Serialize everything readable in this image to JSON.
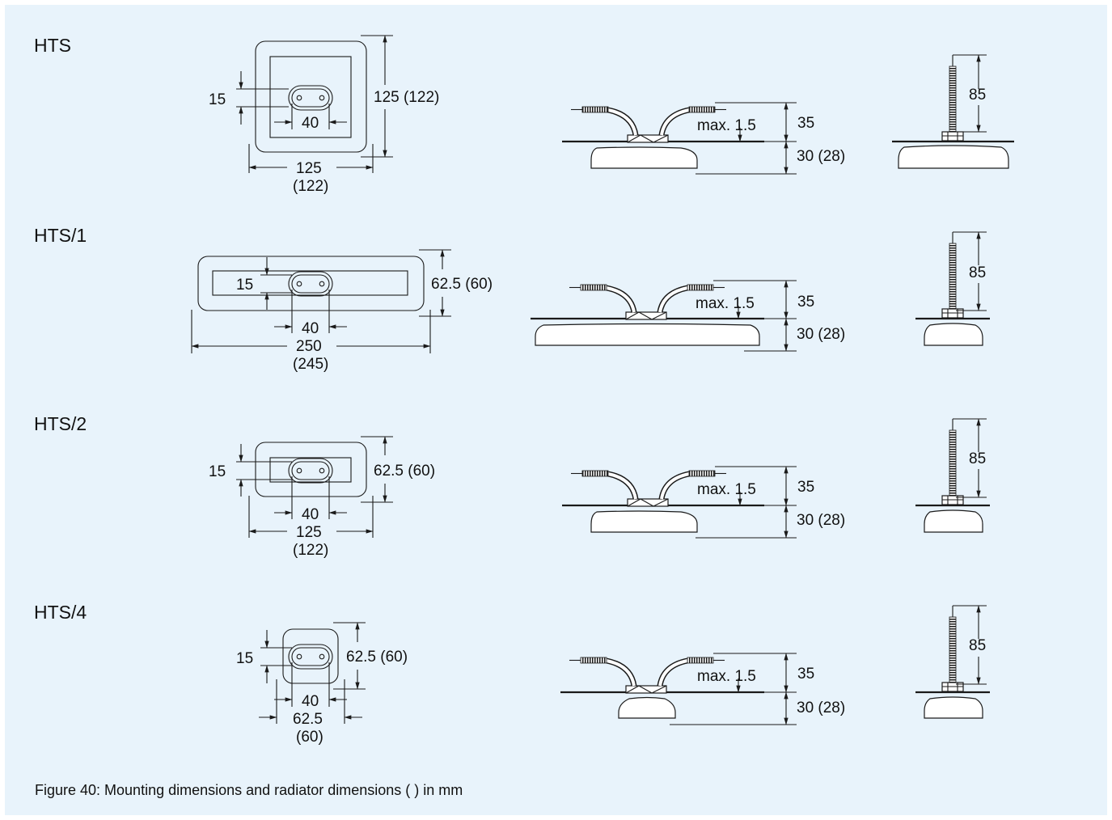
{
  "figure": {
    "caption": "Figure 40: Mounting dimensions and radiator dimensions ( ) in mm",
    "variants": [
      {
        "name": "HTS",
        "plan": {
          "hole": "15",
          "slot": "40",
          "height": "125 (122)",
          "width": "125",
          "width_sub": "(122)"
        },
        "side": {
          "tolerance": "max. 1.5",
          "cable": "35",
          "depth": "30 (28)"
        },
        "end": {
          "cable_length": "85"
        }
      },
      {
        "name": "HTS/1",
        "plan": {
          "hole": "15",
          "slot": "40",
          "height": "62.5 (60)",
          "width": "250",
          "width_sub": "(245)"
        },
        "side": {
          "tolerance": "max. 1.5",
          "cable": "35",
          "depth": "30 (28)"
        },
        "end": {
          "cable_length": "85"
        }
      },
      {
        "name": "HTS/2",
        "plan": {
          "hole": "15",
          "slot": "40",
          "height": "62.5 (60)",
          "width": "125",
          "width_sub": "(122)"
        },
        "side": {
          "tolerance": "max. 1.5",
          "cable": "35",
          "depth": "30 (28)"
        },
        "end": {
          "cable_length": "85"
        }
      },
      {
        "name": "HTS/4",
        "plan": {
          "hole": "15",
          "slot": "40",
          "height": "62.5 (60)",
          "width": "62.5",
          "width_sub": "(60)"
        },
        "side": {
          "tolerance": "max. 1.5",
          "cable": "35",
          "depth": "30 (28)"
        },
        "end": {
          "cable_length": "85"
        }
      }
    ]
  },
  "colors": {
    "panel_background": "#e8f3fb",
    "page_background": "#ffffff",
    "line": "#1a1a1a"
  }
}
